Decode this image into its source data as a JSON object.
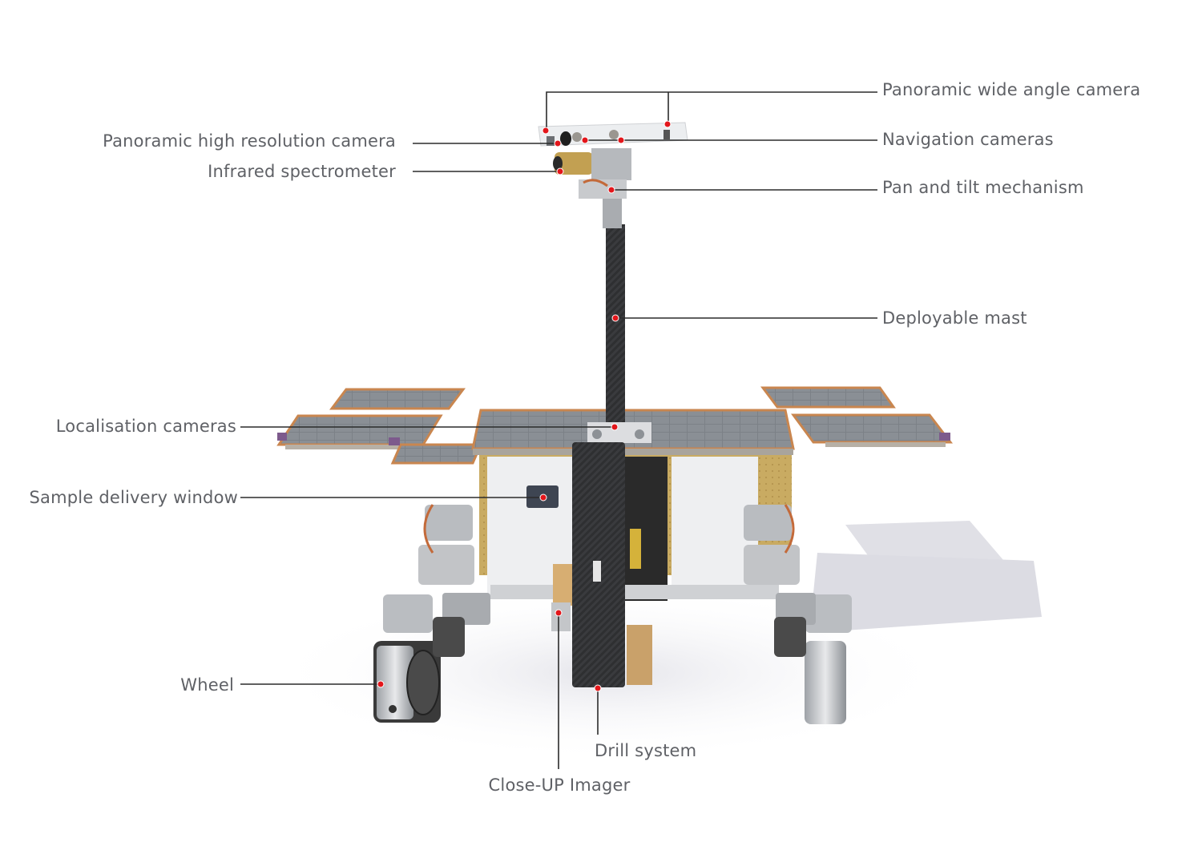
{
  "diagram": {
    "subject": "Mars rover with labelled components",
    "colors": {
      "background": "#ffffff",
      "label_text": "#5f6166",
      "leader_line": "#2b2b2b",
      "marker": "#e3161b",
      "marker_outline": "#ffffff",
      "carbon_mast": "#2e2f31",
      "body_panel": "#eeeff1",
      "solar_cell": "#7c8187",
      "solar_frame": "#c9864f",
      "gold_foil": "#c9ab62",
      "shadow": "#d9d9df"
    },
    "labels": [
      {
        "id": "panoramic-wide-angle-camera",
        "text": "Panoramic wide angle camera",
        "side": "right"
      },
      {
        "id": "navigation-cameras",
        "text": "Navigation cameras",
        "side": "right"
      },
      {
        "id": "pan-and-tilt-mechanism",
        "text": "Pan and tilt mechanism",
        "side": "right"
      },
      {
        "id": "deployable-mast",
        "text": "Deployable mast",
        "side": "right"
      },
      {
        "id": "panoramic-high-resolution-camera",
        "text": "Panoramic high resolution camera",
        "side": "left"
      },
      {
        "id": "infrared-spectrometer",
        "text": "Infrared spectrometer",
        "side": "left"
      },
      {
        "id": "localisation-cameras",
        "text": "Localisation cameras",
        "side": "left"
      },
      {
        "id": "sample-delivery-window",
        "text": "Sample delivery window",
        "side": "left"
      },
      {
        "id": "wheel",
        "text": "Wheel",
        "side": "left"
      },
      {
        "id": "drill-system",
        "text": "Drill system",
        "side": "bottom"
      },
      {
        "id": "close-up-imager",
        "text": "Close-UP Imager",
        "side": "bottom"
      }
    ]
  }
}
